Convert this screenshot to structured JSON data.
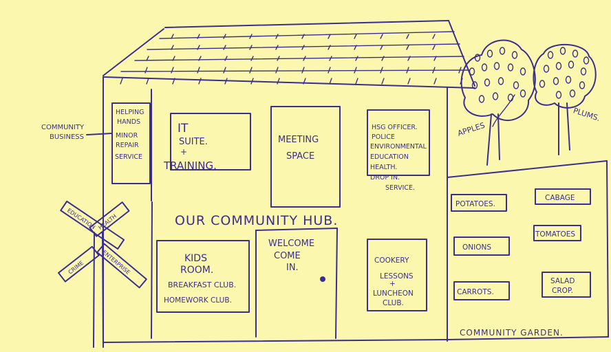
{
  "community_business": [
    "COMMUNITY",
    "BUSINESS"
  ],
  "helping_hands": [
    "HELPING",
    "HANDS",
    "MINOR",
    "REPAIR",
    "SERVICE"
  ],
  "it_suite": [
    "IT",
    "SUITE.",
    "+",
    "TRAINING."
  ],
  "meeting_space": [
    "MEETING",
    "SPACE"
  ],
  "services": [
    "HSG OFFICER.",
    "POLICE",
    "ENVIRONMENTAL",
    "EDUCATION",
    "HEALTH.",
    "DROP IN.",
    "SERVICE."
  ],
  "hub_title": "OUR COMMUNITY HUB.",
  "kids_room": [
    "KIDS",
    "ROOM.",
    "BREAKFAST CLUB.",
    "HOMEWORK CLUB."
  ],
  "welcome": [
    "WELCOME",
    "COME",
    "IN."
  ],
  "cookery": [
    "COOKERY",
    "LESSONS",
    "+",
    "LUNCHEON",
    "CLUB."
  ],
  "signpost": {
    "education": "EDUCATION",
    "health": "HEALTH",
    "crime": "CRIME",
    "enterprise": "ENTERPRISE"
  },
  "trees": {
    "apples": "APPLES",
    "plums": "PLUMS."
  },
  "garden": {
    "title": "COMMUNITY GARDEN.",
    "plots": [
      "POTATOES.",
      "CABAGE",
      "ONIONS",
      "TOMATOES",
      "CARROTS.",
      "SALAD CROP."
    ]
  },
  "colors": {
    "ink": "#3c2e8e",
    "paper": "#fbf7ae",
    "fruit": "#9a7ec8"
  }
}
